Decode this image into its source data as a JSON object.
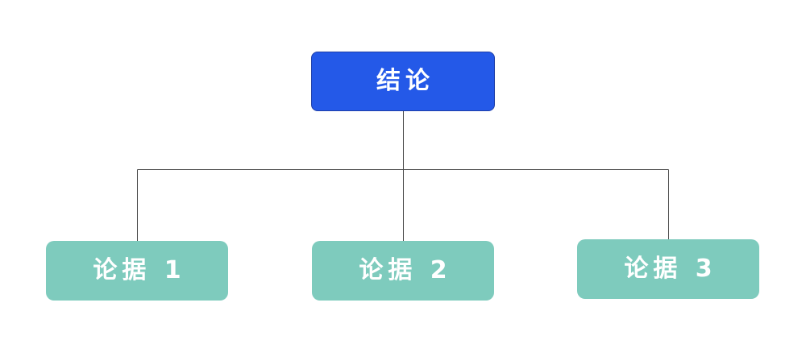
{
  "diagram": {
    "root": {
      "label": "结论",
      "color": "#2459e8"
    },
    "children": [
      {
        "label": "论据 1",
        "color": "#7ecbbd"
      },
      {
        "label": "论据 2",
        "color": "#7ecbbd"
      },
      {
        "label": "论据 3",
        "color": "#7ecbbd"
      }
    ],
    "connector_color": "#4a4a4a"
  }
}
